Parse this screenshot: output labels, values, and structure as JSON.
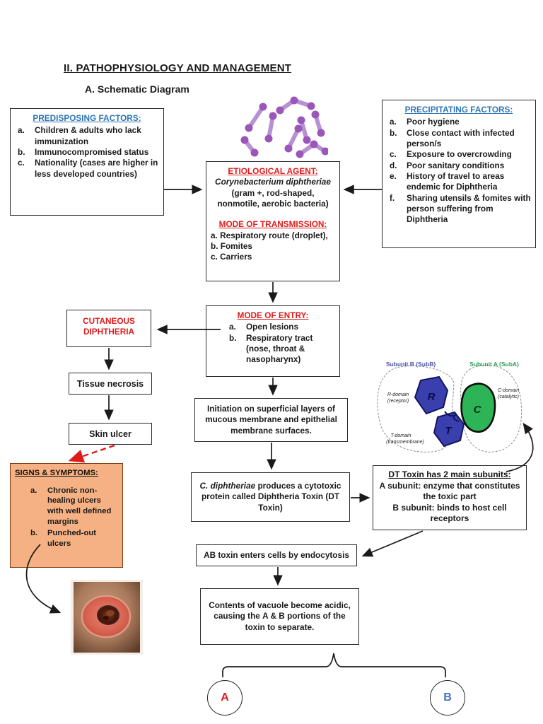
{
  "title": "II. PATHOPHYSIOLOGY AND MANAGEMENT",
  "subtitle": "A. Schematic Diagram",
  "colors": {
    "heading_blue": "#2E75B6",
    "heading_red": "#E01A1A",
    "signs_box_fill": "#F5B183",
    "circle_a_letter": "#E01A1A",
    "circle_b_letter": "#4472C4",
    "bacteria_purple": "#9a56b8"
  },
  "boxes": {
    "predisposing": {
      "heading": "PREDISPOSING FACTORS:",
      "items": [
        {
          "m": "a.",
          "t": "Children & adults who lack immunization"
        },
        {
          "m": "b.",
          "t": "Immunocompromised status"
        },
        {
          "m": "c.",
          "t": "Nationality (cases are higher in less developed countries)"
        }
      ]
    },
    "precipitating": {
      "heading": "PRECIPITATING FACTORS:",
      "items": [
        {
          "m": "a.",
          "t": "Poor hygiene"
        },
        {
          "m": "b.",
          "t": "Close contact with infected person/s"
        },
        {
          "m": "c.",
          "t": "Exposure to overcrowding"
        },
        {
          "m": "d.",
          "t": "Poor sanitary conditions"
        },
        {
          "m": "e.",
          "t": "History of travel to areas endemic for Diphtheria"
        },
        {
          "m": "f.",
          "t": "Sharing utensils & fomites with person suffering from Diphtheria"
        }
      ]
    },
    "etiological": {
      "heading": "ETIOLOGICAL AGENT:",
      "species": "Corynebacterium diphtheriae",
      "desc1": "(gram +, rod-shaped,",
      "desc2": "nonmotile, aerobic bacteria)",
      "transmission_heading": "MODE OF TRANSMISSION:",
      "transmission_items": [
        "a. Respiratory route (droplet),",
        "b. Fomites",
        "c. Carriers"
      ]
    },
    "mode_of_entry": {
      "heading": "MODE OF ENTRY:",
      "items": [
        {
          "m": "a.",
          "t": "Open lesions"
        },
        {
          "m": "b.",
          "t": "Respiratory tract (nose, throat & nasopharynx)"
        }
      ]
    },
    "cutaneous": {
      "line1": "CUTANEOUS",
      "line2": "DIPHTHERIA"
    },
    "tissue_necrosis": {
      "label": "Tissue necrosis"
    },
    "skin_ulcer": {
      "label": "Skin ulcer"
    },
    "signs_symptoms": {
      "heading": "SIGNS & SYMPTOMS:",
      "items": [
        {
          "m": "a.",
          "t": "Chronic non-healing ulcers with well defined margins",
          "bold": false
        },
        {
          "m": "b.",
          "t": "Punched-out ulcers",
          "bold": true
        }
      ]
    },
    "initiation": {
      "text": "Initiation on superficial layers of mucous membrane and epithelial membrane surfaces."
    },
    "dt_production": {
      "species": "C. diphtheriae",
      "mid": " produces a cytotoxic protein called ",
      "bold": "Diphtheria Toxin (DT Toxin)"
    },
    "dt_subunits": {
      "heading": "DT Toxin has 2 main subunits:",
      "a_label": "A subunit:",
      "a_text": " enzyme that constitutes the toxic part",
      "b_label": "B subunit:",
      "b_text": " binds to host cell receptors"
    },
    "ab_toxin": {
      "text": "AB toxin enters cells by endocytosis"
    },
    "vacuole": {
      "pre": "Contents of vacuole become acidic, causing the ",
      "bold": "A & B",
      "post": " portions of the toxin to separate."
    }
  },
  "toxin_diagram": {
    "subunit_b": "Subunit B (SubB)",
    "subunit_a": "Subunit A (SubA)",
    "r_letter": "R",
    "t_letter": "T",
    "c_letter": "C",
    "r_domain": "R-domain",
    "r_sub": "(receptor)",
    "t_domain": "T-domain",
    "t_sub": "(transmembrane)",
    "c_domain": "C-domain",
    "c_sub": "(catalytic)"
  },
  "circles": {
    "a": "A",
    "b": "B"
  },
  "images": {
    "bacteria": "corynebacterium-purple-club-shaped-bacteria",
    "ulcer": "punched-out-skin-ulcer-photo"
  }
}
